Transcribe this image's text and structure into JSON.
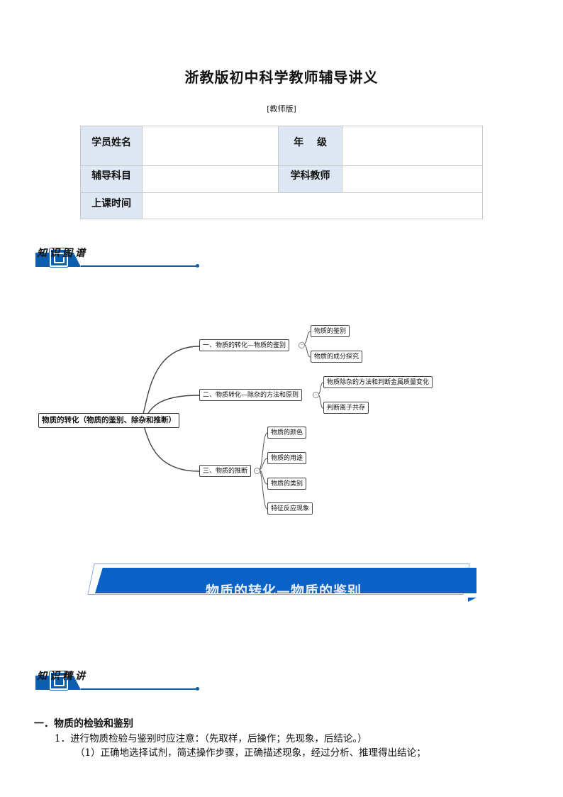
{
  "document": {
    "title": "浙教版初中科学教师辅导讲义",
    "subtitle": "[教师版]"
  },
  "info_table": {
    "student_name_label": "学员姓名",
    "grade_label": "年　 级",
    "subject_label": "辅导科目",
    "teacher_label": "学科教师",
    "class_time_label": "上课时间"
  },
  "section_knowledge_map": {
    "label": "知识图谱"
  },
  "mindmap": {
    "root": "物质的转化（物质的鉴别、除杂和推断）",
    "branches": [
      {
        "label": "一、物质的转化—物质的鉴别",
        "children": [
          "物质的鉴别",
          "物质的成分探究"
        ]
      },
      {
        "label": "二、物质转化—除杂的方法和原则",
        "children": [
          "物质除杂的方法和判断金属质量变化",
          "判断离子共存"
        ]
      },
      {
        "label": "三、物质的推断",
        "children": [
          "物质的颜色",
          "物质的用途",
          "物质的类别",
          "特征反应现象"
        ]
      }
    ]
  },
  "banner": {
    "label": "物质的转化—物质的鉴别"
  },
  "section_knowledge_explain": {
    "label": "知识精讲"
  },
  "content": {
    "heading": "一．物质的检验和鉴别",
    "point1": "1．进行物质检验与鉴别时应注意：（先取样，后操作；先现象，后结论。）",
    "point1_1": "（1）正确地选择试剂，简述操作步骤，正确描述现象，经过分析、推理得出结论；"
  },
  "colors": {
    "accent": "#0b5fae",
    "banner_blue": "#0b62c6",
    "label_bg": "#dde8f4"
  }
}
